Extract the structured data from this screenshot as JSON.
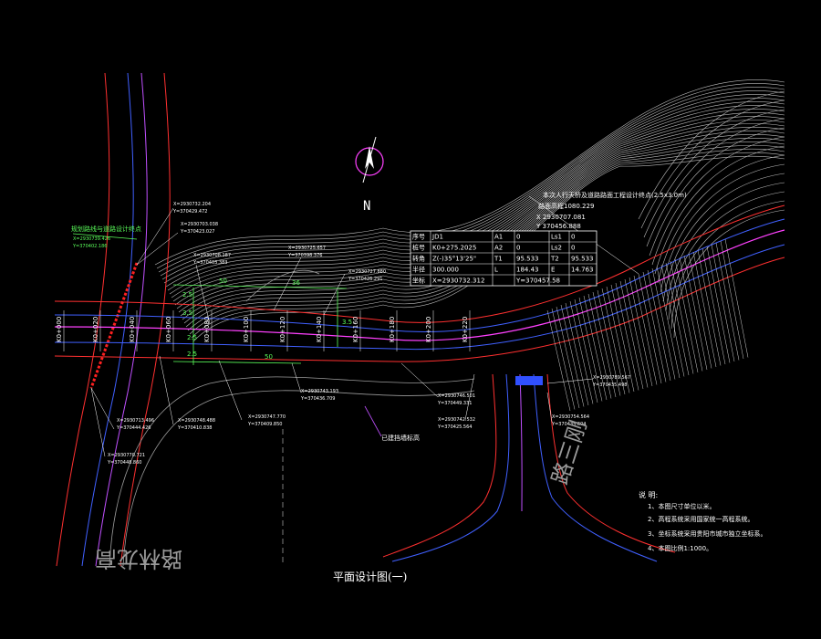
{
  "colors": {
    "background": "#000000",
    "road_red": "#ff3030",
    "road_blue": "#4060ff",
    "road_magenta": "#c050ff",
    "centerline": "#ff40ff",
    "terrain": "#bdbdbd",
    "dim_green": "#5bff5b",
    "annotation": "#ffffff"
  },
  "drawing_title": "平面设计图(一)",
  "north_arrow": {
    "letter": "N",
    "icon": "north-arrow-icon"
  },
  "road_names": [
    "路三刚",
    "路林龙高"
  ],
  "info_table": {
    "rows": [
      [
        "序号",
        "JD1",
        "A1",
        "0",
        "Ls1",
        "0"
      ],
      [
        "桩号",
        "K0+275.2025",
        "A2",
        "0",
        "Ls2",
        "0"
      ],
      [
        "转角",
        "Z(-)35°13'25\"",
        "T1",
        "95.533",
        "T2",
        "95.533"
      ],
      [
        "半径",
        "300.000",
        "L",
        "184.43",
        "E",
        "14.763"
      ],
      [
        "坐标",
        "X=2930732.312",
        "",
        "Y=370457.58",
        "",
        ""
      ]
    ]
  },
  "green_labels": [
    "规划路线与道路设计终点",
    "X=2930739.426",
    "Y=370402.186"
  ],
  "stations": [
    "K0+000",
    "K0+020",
    "K0+040",
    "K0+060",
    "K0+080",
    "K0+100",
    "K0+120",
    "K0+140",
    "K0+160",
    "K0+180",
    "K0+200",
    "K0+220"
  ],
  "coord_labels": [
    "X=2930732.204",
    "Y=370429.472",
    "X=2930703.038",
    "Y=370423.027",
    "X=2930708.187",
    "Y=370403.383",
    "X=2930725.657",
    "Y=370398.376",
    "X=2930727.880",
    "Y=370426.291",
    "X=2930713.496",
    "Y=370444.426",
    "X=2930748.488",
    "Y=370410.838",
    "X=2930747.770",
    "Y=370409.850",
    "X=2930743.193",
    "Y=370436.709",
    "X=2930746.501",
    "Y=370449.331",
    "X=2930742.532",
    "Y=370425.564",
    "X=2930770.721",
    "Y=370448.860",
    "X=2930789.567",
    "Y=370435.498",
    "X=2930754.564",
    "Y=370435.604"
  ],
  "dims": [
    "2.5",
    "3.5",
    "50",
    "36",
    "50",
    "2.5",
    "2.5",
    "3.5"
  ],
  "right_note": {
    "line1": "本次人行天桥及道路路面工程设计终点(2.5x3.0m)",
    "line2": "路面高程1080.229",
    "line3": "X 2930707.081",
    "line4": "Y 370456.888"
  },
  "bottom_label": "已建挡墙标高",
  "notes": {
    "title": "说 明:",
    "items": [
      "1、本图尺寸单位以米。",
      "2、高程系统采用国家统一高程系统。",
      "3、坐标系统采用贵阳市城市独立坐标系。",
      "4、本图比例1:1000。"
    ]
  }
}
